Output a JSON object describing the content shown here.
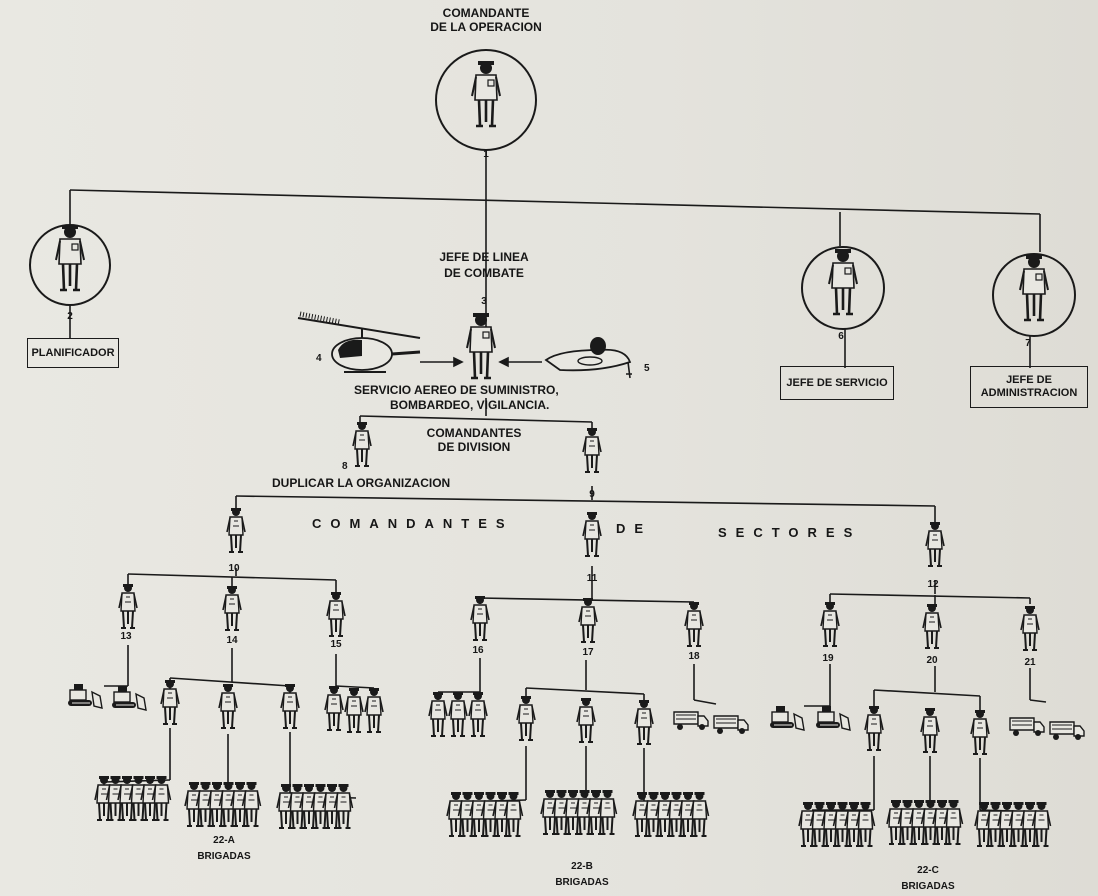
{
  "top_commander": {
    "label_line1": "COMANDANTE",
    "label_line2": "DE LA OPERACION",
    "number": "1"
  },
  "planner": {
    "number": "2",
    "box": "PLANIFICADOR"
  },
  "line_chief": {
    "label_line1": "JEFE DE LINEA",
    "label_line2": "DE COMBATE",
    "number": "3"
  },
  "air_service": {
    "number_heli": "4",
    "number_plane": "5",
    "line1": "SERVICIO AEREO   DE SUMINISTRO,",
    "line2": "BOMBARDEO,  VIGILANCIA."
  },
  "service_chief": {
    "number": "6",
    "box": "JEFE DE SERVICIO"
  },
  "admin_chief": {
    "number": "7",
    "box_line1": "JEFE DE",
    "box_line2": "ADMINISTRACION"
  },
  "division": {
    "label_line1": "COMANDANTES",
    "label_line2": "DE DIVISION",
    "number_a": "8",
    "number_b": "9",
    "duplicate_note": "DUPLICAR LA ORGANIZACION"
  },
  "sectors": {
    "label_1": "COMANDANTES",
    "label_2": "DE",
    "label_3": "SECTORES",
    "numbers": [
      "10",
      "11",
      "12"
    ]
  },
  "units": {
    "numbers": [
      "13",
      "14",
      "15",
      "16",
      "17",
      "18",
      "19",
      "20",
      "21"
    ]
  },
  "brigades": [
    {
      "code": "22-A",
      "label": "BRIGADAS"
    },
    {
      "code": "22-B",
      "label": "BRIGADAS"
    },
    {
      "code": "22-C",
      "label": "BRIGADAS"
    }
  ],
  "colors": {
    "ink": "#161616",
    "paper": "#e6e5df"
  }
}
